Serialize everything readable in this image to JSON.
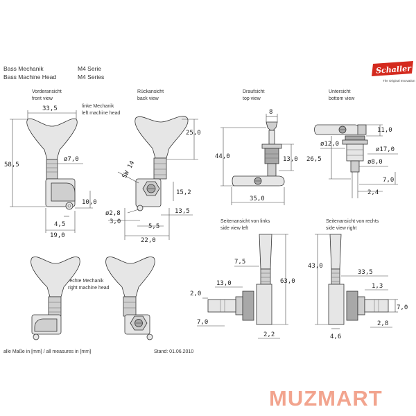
{
  "header": {
    "title_de": "Bass Mechanik",
    "title_en": "Bass Machine Head",
    "series_de": "M4 Serie",
    "series_en": "M4 Series"
  },
  "logo": {
    "brand": "Schaller",
    "tagline": "The Original Innovation",
    "color": "#d42a1e"
  },
  "views": {
    "front_de": "Vorderansicht",
    "front_en": "front view",
    "left_de": "linke Mechanik",
    "left_en": "left machine head",
    "back_de": "Rückansicht",
    "back_en": "back view",
    "top_de": "Draufsicht",
    "top_en": "top view",
    "bottom_de": "Untersicht",
    "bottom_en": "bottom view",
    "right_de": "rechte Mechanik",
    "right_en": "right machine head",
    "sideleft_de": "Seitenansicht von links",
    "sideleft_en": "side view left",
    "sideright_de": "Seitenansicht von rechts",
    "sideright_en": "side view right"
  },
  "dims": {
    "front_width": "33,5",
    "front_height": "58,5",
    "front_post_dia": "ø7,0",
    "front_bracket": "10,0",
    "front_offset": "4,5",
    "front_base": "19,0",
    "back_height": "25,0",
    "back_sw": "SW 14",
    "back_dia": "ø2,8",
    "back_offset": "3,0",
    "back_inner": "5,5",
    "back_width": "22,0",
    "back_hole": "15,2",
    "back_side": "13,5",
    "top_width": "8",
    "top_height": "44,0",
    "top_post": "13,0",
    "top_length": "35,0",
    "bot_height": "11,0",
    "bot_dia12": "ø12,0",
    "bot_dia17": "ø17,0",
    "bot_dia8": "ø8,0",
    "bot_len": "26,5",
    "bot_7": "7,0",
    "bot_24": "2,4",
    "sl_75": "7,5",
    "sl_130": "13,0",
    "sl_20": "2,0",
    "sl_630": "63,0",
    "sl_70": "7,0",
    "sl_22": "2,2",
    "sr_430": "43,0",
    "sr_335": "33,5",
    "sr_13": "1,3",
    "sr_70": "7,0",
    "sr_28": "2,8",
    "sr_46": "4,6"
  },
  "footer": {
    "units": "alle Maße in [mm] / all measures in [mm]",
    "date": "Stand: 01.06.2010"
  },
  "watermark": {
    "text": "MUZMART",
    "color": "#f2a48e"
  }
}
